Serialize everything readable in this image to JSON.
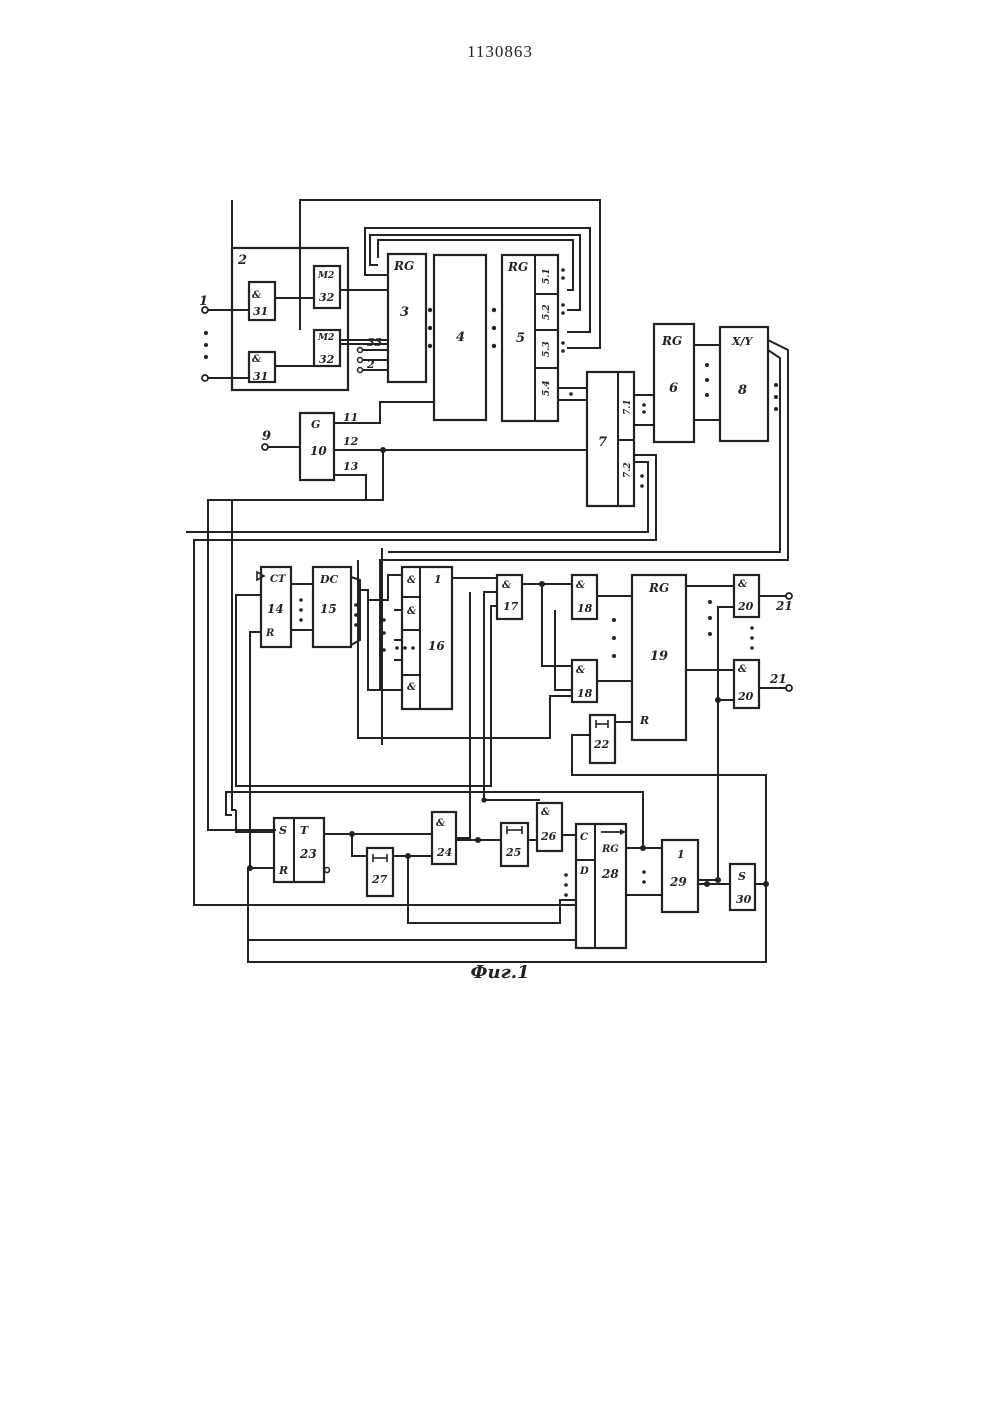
{
  "document": {
    "number": "1130863",
    "caption": "Фиг.1"
  },
  "blocks": {
    "b2": "2",
    "b3": "3",
    "b4": "4",
    "b5": "5",
    "b6": "6",
    "b7": "7",
    "b8": "8",
    "b10": "10",
    "b14": "14",
    "b15": "15",
    "b16": "16",
    "b17": "17",
    "b18": "18",
    "b19": "19",
    "b20": "20",
    "b22": "22",
    "b23": "23",
    "b24": "24",
    "b25": "25",
    "b26": "26",
    "b27": "27",
    "b28": "28",
    "b29": "29",
    "b30": "30",
    "b31": "31",
    "b32": "32"
  },
  "pins": {
    "p1": "1",
    "p9": "9",
    "p11": "11",
    "p12": "12",
    "p13": "13",
    "p21": "21",
    "p33": "33",
    "p5_1": "5.1",
    "p5_2": "5.2",
    "p5_3": "5.3",
    "p5_4": "5.4",
    "p7_1": "7.1",
    "p7_2": "7.2"
  },
  "symbols": {
    "and": "&",
    "m2": "M2",
    "rg": "RG",
    "g": "G",
    "xy": "X/Y",
    "ct": "CT",
    "dc": "DC",
    "or": "1",
    "r": "R",
    "s": "S",
    "t": "T",
    "c": "C",
    "d": "D"
  }
}
